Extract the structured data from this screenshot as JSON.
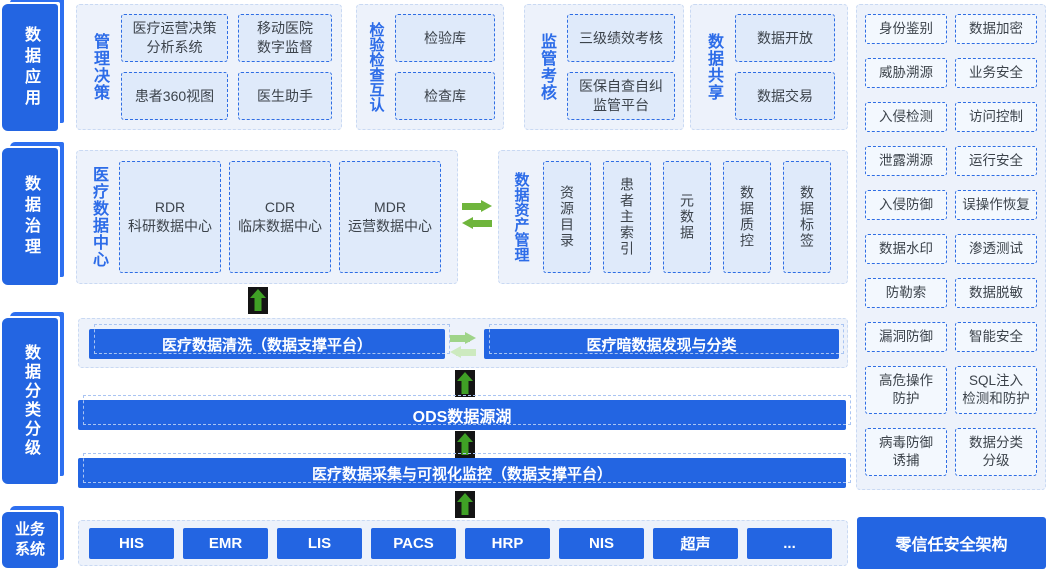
{
  "rails": {
    "app": "数据应用",
    "governance": "数据治理",
    "classification": "数据分类分级",
    "business": "业务系统"
  },
  "decision": {
    "label": "管理决策",
    "items": [
      {
        "l1": "医疗运营决策",
        "l2": "分析系统"
      },
      {
        "l1": "移动医院",
        "l2": "数字监督"
      },
      {
        "l1": "患者360视图"
      },
      {
        "l1": "医生助手"
      }
    ]
  },
  "inspection": {
    "label": "检验检查互认",
    "items": [
      {
        "l1": "检验库"
      },
      {
        "l1": "检查库"
      }
    ]
  },
  "supervision": {
    "label": "监管考核",
    "items": [
      {
        "l1": "三级绩效考核"
      },
      {
        "l1": "医保自查自纠",
        "l2": "监管平台"
      }
    ]
  },
  "sharing": {
    "label": "数据共享",
    "items": [
      {
        "l1": "数据开放"
      },
      {
        "l1": "数据交易"
      }
    ]
  },
  "data_center": {
    "label": "医疗数据中心",
    "items": [
      {
        "l1": "RDR",
        "l2": "科研数据中心"
      },
      {
        "l1": "CDR",
        "l2": "临床数据中心"
      },
      {
        "l1": "MDR",
        "l2": "运营数据中心"
      }
    ]
  },
  "asset": {
    "label": "数据资产管理",
    "items": [
      "资源目录",
      "患者主索引",
      "元数据",
      "数据质控",
      "数据标签"
    ]
  },
  "platform": {
    "cleaning": "医疗数据清洗（数据支撑平台）",
    "dark_data": "医疗暗数据发现与分类",
    "ods": "ODS数据源湖",
    "collection": "医疗数据采集与可视化监控（数据支撑平台）"
  },
  "business": {
    "systems": [
      "HIS",
      "EMR",
      "LIS",
      "PACS",
      "HRP",
      "NIS",
      "超声",
      "..."
    ]
  },
  "security": {
    "zero_trust": "零信任安全架构",
    "items": [
      {
        "l1": "身份鉴别"
      },
      {
        "l1": "数据加密"
      },
      {
        "l1": "威胁溯源"
      },
      {
        "l1": "业务安全"
      },
      {
        "l1": "入侵检测"
      },
      {
        "l1": "访问控制"
      },
      {
        "l1": "泄露溯源"
      },
      {
        "l1": "运行安全"
      },
      {
        "l1": "入侵防御"
      },
      {
        "l1": "误操作恢复"
      },
      {
        "l1": "数据水印"
      },
      {
        "l1": "渗透测试"
      },
      {
        "l1": "防勒索"
      },
      {
        "l1": "数据脱敏"
      },
      {
        "l1": "漏洞防御"
      },
      {
        "l1": "智能安全"
      },
      {
        "l1": "高危操作",
        "l2": "防护"
      },
      {
        "l1": "SQL注入",
        "l2": "检测和防护"
      },
      {
        "l1": "病毒防御",
        "l2": "诱捕"
      },
      {
        "l1": "数据分类",
        "l2": "分级"
      }
    ]
  },
  "colors": {
    "primary_blue": "#2365e2",
    "label_blue": "#2d6ce8",
    "box_border_blue": "#2e6de4",
    "box_fill": "#dfeafa",
    "panel_bg": "#edf2fb",
    "arrow_green": "#3fa025",
    "pair_arrow_green": "#6fb53c",
    "light_arrow_green": "#a5d792"
  }
}
